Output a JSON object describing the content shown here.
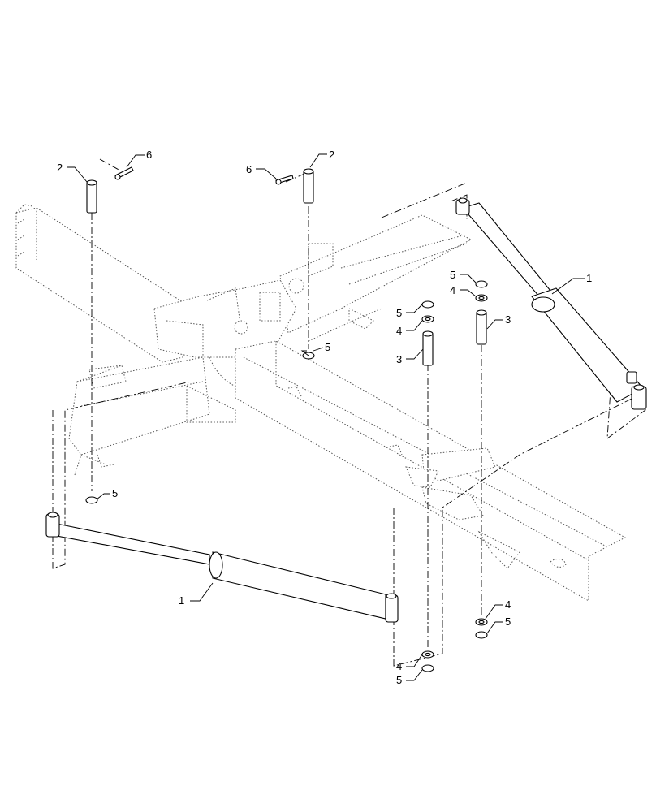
{
  "callouts": [
    {
      "id": "c-2a",
      "text": "2"
    },
    {
      "id": "c-6a",
      "text": "6"
    },
    {
      "id": "c-6b",
      "text": "6"
    },
    {
      "id": "c-2b",
      "text": "2"
    },
    {
      "id": "c-1a",
      "text": "1"
    },
    {
      "id": "c-5a",
      "text": "5"
    },
    {
      "id": "c-4a",
      "text": "4"
    },
    {
      "id": "c-5b",
      "text": "5"
    },
    {
      "id": "c-4b",
      "text": "4"
    },
    {
      "id": "c-3a",
      "text": "3"
    },
    {
      "id": "c-5c",
      "text": "5"
    },
    {
      "id": "c-3b",
      "text": "3"
    },
    {
      "id": "c-5d",
      "text": "5"
    },
    {
      "id": "c-1b",
      "text": "1"
    },
    {
      "id": "c-4c",
      "text": "4"
    },
    {
      "id": "c-5e",
      "text": "5"
    },
    {
      "id": "c-4d",
      "text": "4"
    },
    {
      "id": "c-5f",
      "text": "5"
    }
  ],
  "colors": {
    "line": "#000000",
    "phantom": "#555555",
    "background": "#ffffff"
  }
}
